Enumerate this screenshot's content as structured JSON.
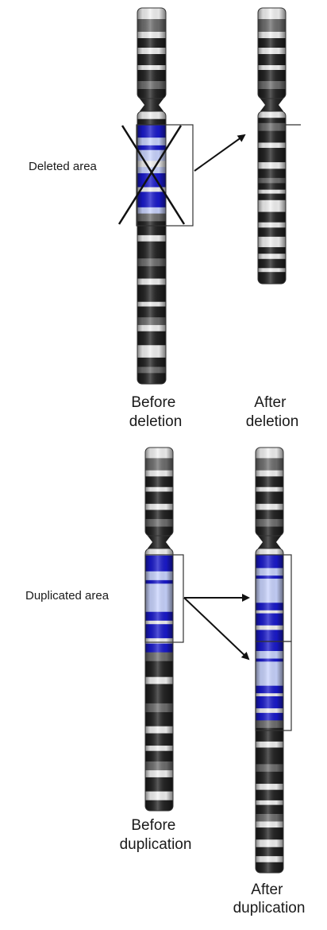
{
  "deletion_panel": {
    "area_label": "Deleted area",
    "before_caption": [
      "Before",
      "deletion"
    ],
    "after_caption": [
      "After",
      "deletion"
    ]
  },
  "duplication_panel": {
    "area_label": "Duplicated area",
    "before_caption": [
      "Before",
      "duplication"
    ],
    "after_caption": [
      "After",
      "duplication"
    ]
  },
  "colors": {
    "band_dark": "#232323",
    "band_gray": "#6e6e6e",
    "band_light": "#f2f2f2",
    "highlight_dark": "#1a1acc",
    "highlight_light": "#c9d4ff",
    "outline": "#333333"
  }
}
